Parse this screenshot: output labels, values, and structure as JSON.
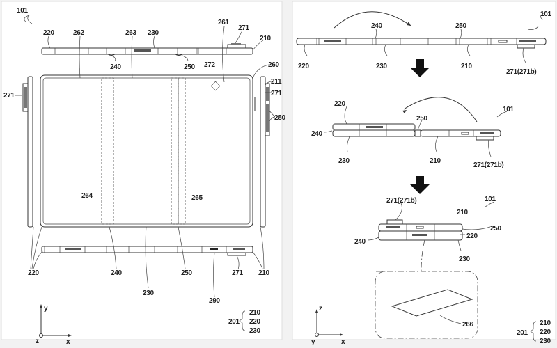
{
  "figure": {
    "left_panel": {
      "labels": [
        "101",
        "220",
        "262",
        "263",
        "230",
        "261",
        "271",
        "210",
        "240",
        "250",
        "272",
        "260",
        "211",
        "271",
        "271",
        "280",
        "264",
        "265",
        "220",
        "240",
        "250",
        "271",
        "210",
        "230",
        "290"
      ],
      "group": {
        "ref": "201",
        "members": [
          "210",
          "220",
          "230"
        ]
      },
      "axes": {
        "vertical": "y",
        "horizontal": "x",
        "out_of_plane": "z"
      }
    },
    "right_panel": {
      "labels": [
        "101",
        "240",
        "250",
        "220",
        "230",
        "210",
        "271(271b)",
        "220",
        "250",
        "101",
        "240",
        "230",
        "210",
        "271(271b)",
        "271(271b)",
        "210",
        "101",
        "250",
        "220",
        "240",
        "230",
        "266"
      ],
      "group": {
        "ref": "201",
        "members": [
          "210",
          "220",
          "230"
        ]
      },
      "axes": {
        "vertical": "z",
        "horizontal": "x",
        "out_of_plane": "y"
      },
      "step_arrows": [
        "down-arrow-icon",
        "down-arrow-icon"
      ]
    }
  }
}
